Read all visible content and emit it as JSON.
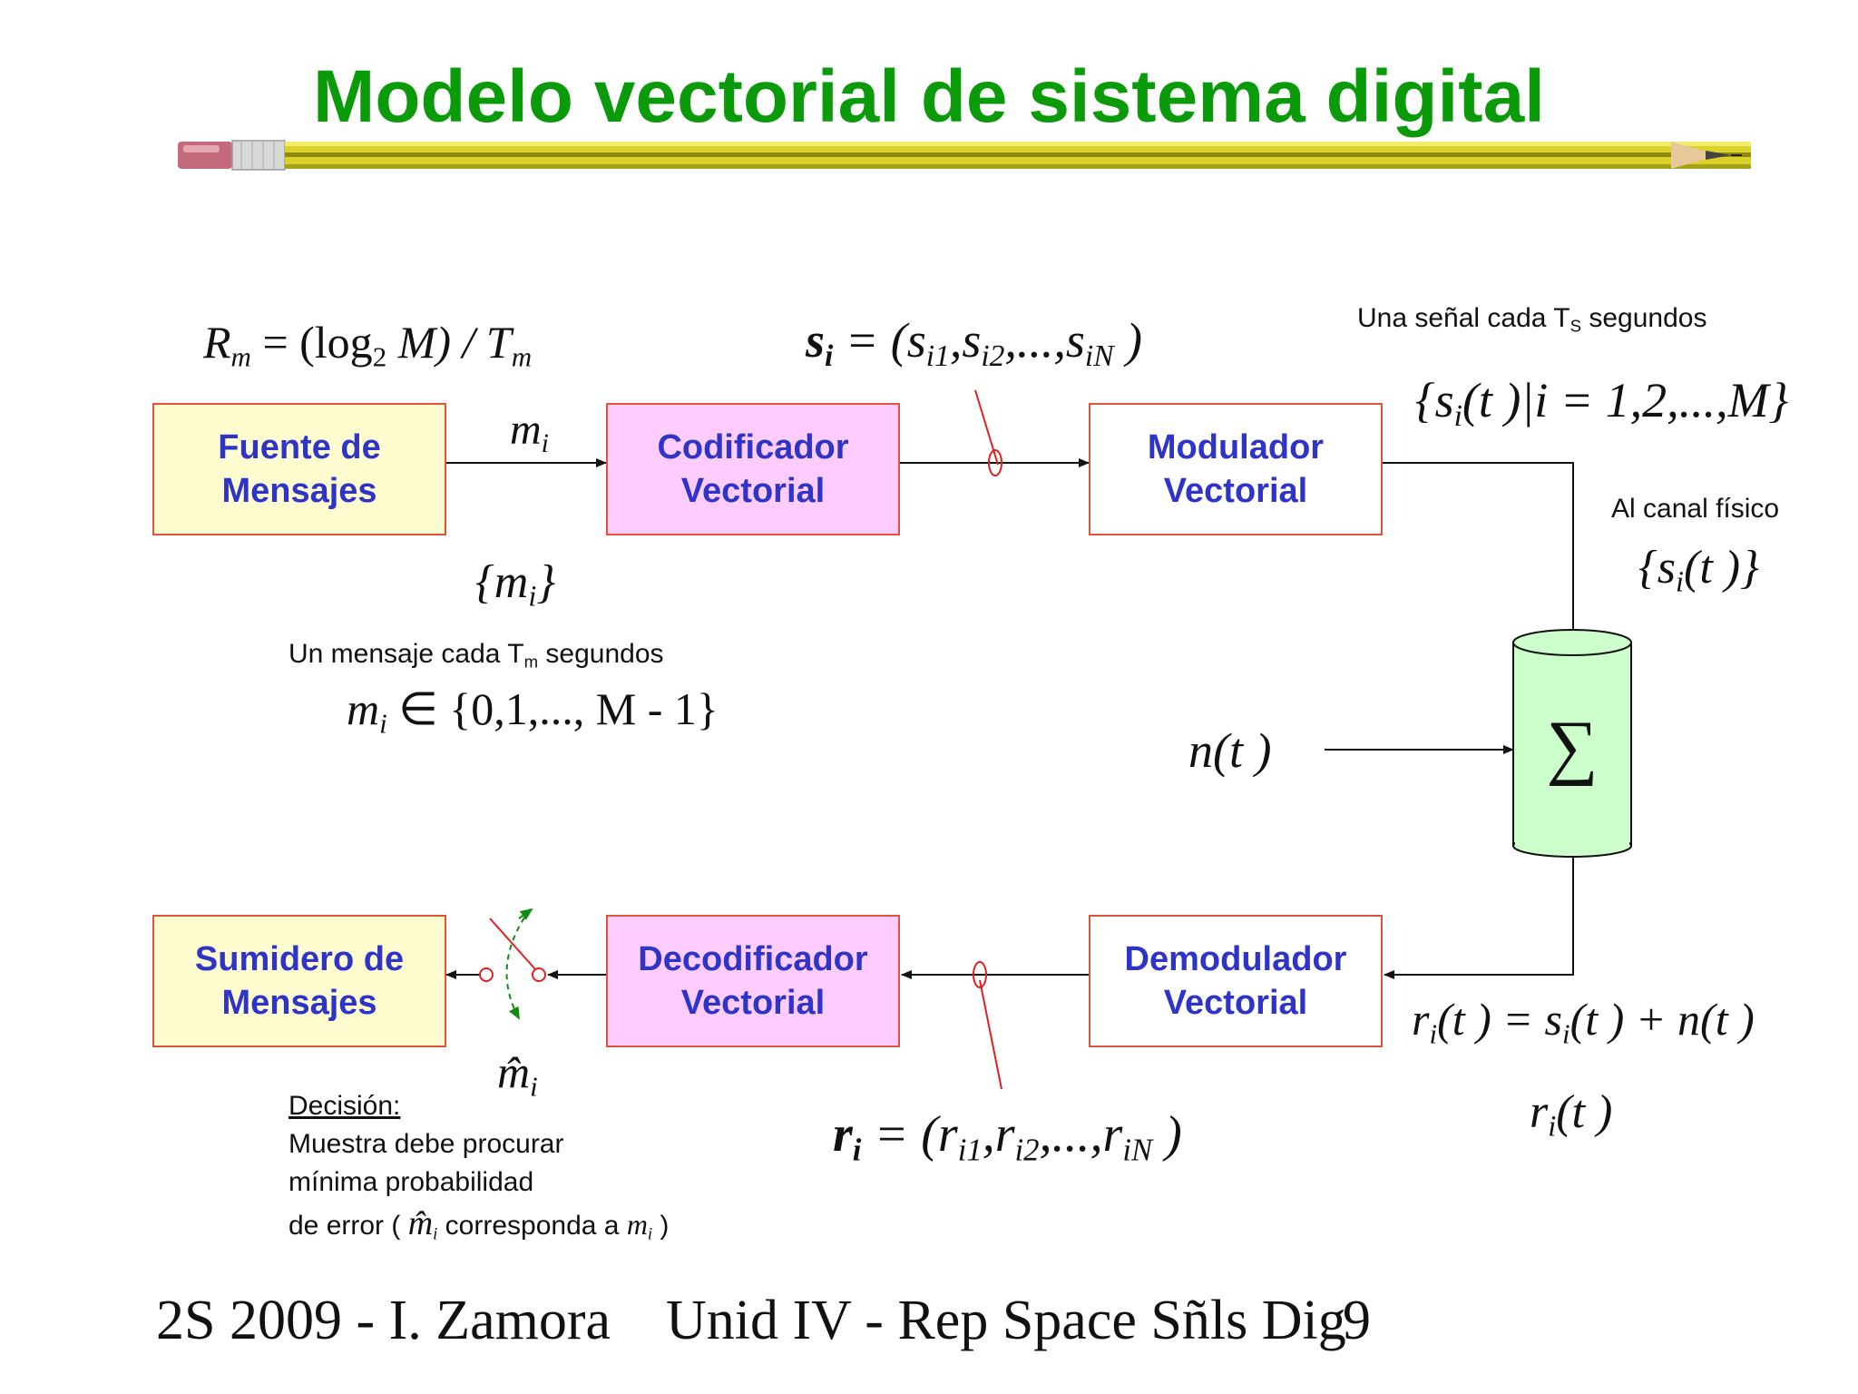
{
  "title": "Modelo vectorial de sistema digital",
  "blocks": {
    "fuente": "Fuente de\nMensajes",
    "codificador": "Codificador\nVectorial",
    "modulador": "Modulador\nVectorial",
    "sumidero": "Sumidero de\nMensajes",
    "decodificador": "Decodificador\nVectorial",
    "demodulador": "Demodulador\nVectorial",
    "sum_symbol": "∑"
  },
  "formulas": {
    "rate": "R_m = (log₂ M) / T_m",
    "rate_lhs": "R",
    "rate_lhs_sub": "m",
    "rate_mid": " = (log",
    "rate_mid_sub": "2",
    "rate_rhs": " M) / T",
    "rate_rhs_sub": "m",
    "m_i": "m",
    "m_i_sub": "i",
    "m_set": "{m",
    "m_set_sub": "i",
    "m_set_close": "}",
    "s_vec_lhs": "s",
    "s_vec_lhs_sub": "i",
    "s_vec_rhs": " = (s",
    "s_vec_rhs_parts": [
      "i1",
      ",s",
      "i2",
      ",...,s",
      "iN",
      " )"
    ],
    "signal_set": "{s",
    "signal_set_sub": "i",
    "signal_set_rest": "(t )|i = 1,2,...,M}",
    "canal_set": "{s",
    "canal_set_sub": "i",
    "canal_set_rest": "(t )}",
    "m_domain": "m",
    "m_domain_sub": "i",
    "m_domain_rest": " ∈ {0,1,..., M - 1}",
    "noise": "n(t )",
    "r_t_eq_a": "r",
    "r_t_eq_a_sub": "i",
    "r_t_eq_b": "(t ) = s",
    "r_t_eq_b_sub": "i",
    "r_t_eq_c": "(t ) + n(t )",
    "r_t": "r",
    "r_t_sub": "i",
    "r_t_rest": "(t )",
    "r_vec_lhs": "r",
    "r_vec_lhs_sub": "i",
    "r_vec_rhs_parts": [
      " = (r",
      "i1",
      ",r",
      "i2",
      ",...,r",
      "iN",
      " )"
    ],
    "m_hat": "m̂",
    "m_hat_sub": "i"
  },
  "notes": {
    "signal_rate_a": "Una señal cada T",
    "signal_rate_sub": "S",
    "signal_rate_b": " segundos",
    "canal": "Al canal físico",
    "message_rate_a": "Un  mensaje cada T",
    "message_rate_sub": "m",
    "message_rate_b": " segundos",
    "decision_title": "Decisión:",
    "decision_line1": "Muestra debe procurar",
    "decision_line2": "mínima probabilidad",
    "decision_line3a": "de error (",
    "decision_hat": "m̂",
    "decision_hat_sub": "i",
    "decision_line3b": " corresponda a ",
    "decision_m": "m",
    "decision_m_sub": "i",
    "decision_close": " )"
  },
  "footer": {
    "left": "2S 2009 -  I. Zamora",
    "middle": "Unid IV - Rep Space Sñls Dig",
    "page": "9"
  },
  "colors": {
    "title": "#0a9a0a",
    "block_text": "#2e34c8",
    "block_border": "#e0553a",
    "yellow_fill": "#fffdd0",
    "pink_fill": "#ffccff",
    "sum_fill": "#ccffcc",
    "switch": "#e02020",
    "switch_arc": "#138a13"
  },
  "icons": [
    "pencil-divider-icon",
    "sampling-switch-icon",
    "decision-switch-icon",
    "summation-cylinder-icon"
  ]
}
